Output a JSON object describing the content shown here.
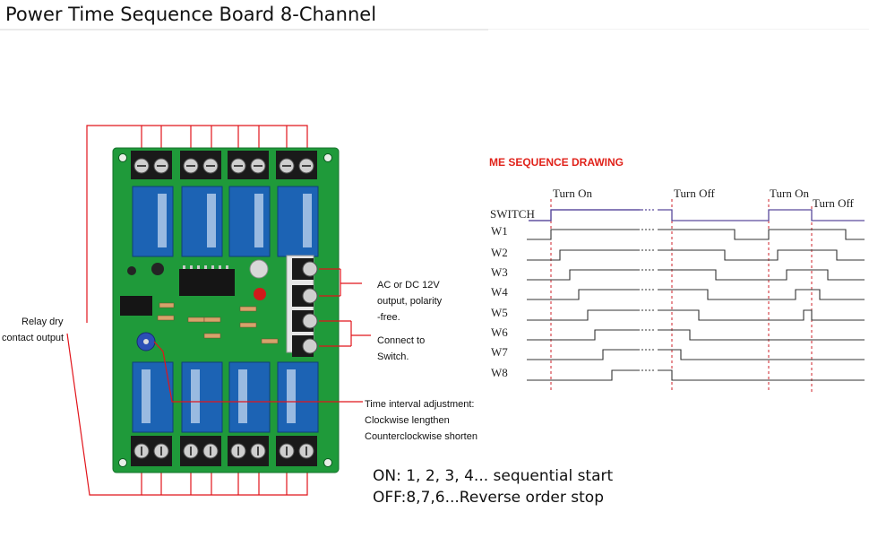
{
  "title": "Power Time Sequence Board 8-Channel",
  "annotations": {
    "relay": [
      "Relay dry",
      "contact output"
    ],
    "power": [
      "AC or DC 12V",
      "output, polarity",
      "-free."
    ],
    "switch": [
      "Connect to",
      "Switch."
    ],
    "pot": [
      "Time interval adjustment:",
      "Clockwise lengthen",
      "Counterclockwise shorten"
    ]
  },
  "sequence": {
    "title": "ME SEQUENCE DRAWING",
    "events": [
      "Turn On",
      "Turn Off",
      "Turn On",
      "Turn Off"
    ],
    "switch_label": "SWITCH",
    "channels": [
      "W1",
      "W2",
      "W3",
      "W4",
      "W5",
      "W6",
      "W7",
      "W8"
    ]
  },
  "notes": [
    "ON: 1, 2, 3, 4... sequential start",
    "OFF:8,7,6...Reverse order stop"
  ],
  "colors": {
    "board": "#1f9a3a",
    "relay": "#1c63b4",
    "wire": "#e1141b",
    "switch_trace": "#5a4a9c",
    "event_line": "#cf2229"
  }
}
